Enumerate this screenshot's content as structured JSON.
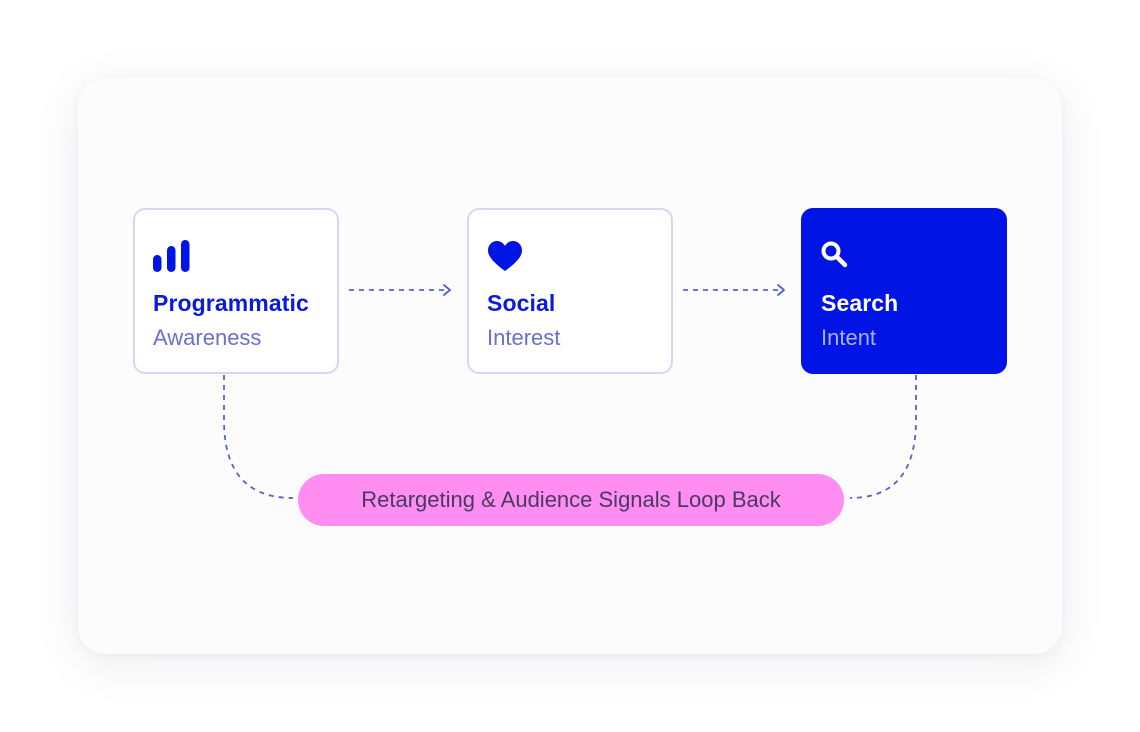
{
  "nodes": {
    "programmatic": {
      "title": "Programmatic",
      "subtitle": "Awareness",
      "icon": "bar-chart-icon"
    },
    "social": {
      "title": "Social",
      "subtitle": "Interest",
      "icon": "heart-icon"
    },
    "search": {
      "title": "Search",
      "subtitle": "Intent",
      "icon": "search-icon"
    }
  },
  "loop": {
    "label": "Retargeting & Audience Signals Loop Back"
  },
  "colors": {
    "accent": "#0014e6",
    "node_border": "#d6d6f5",
    "subtitle": "#6b6fcf",
    "pill": "#ff8df2",
    "connector": "#5560d8"
  }
}
